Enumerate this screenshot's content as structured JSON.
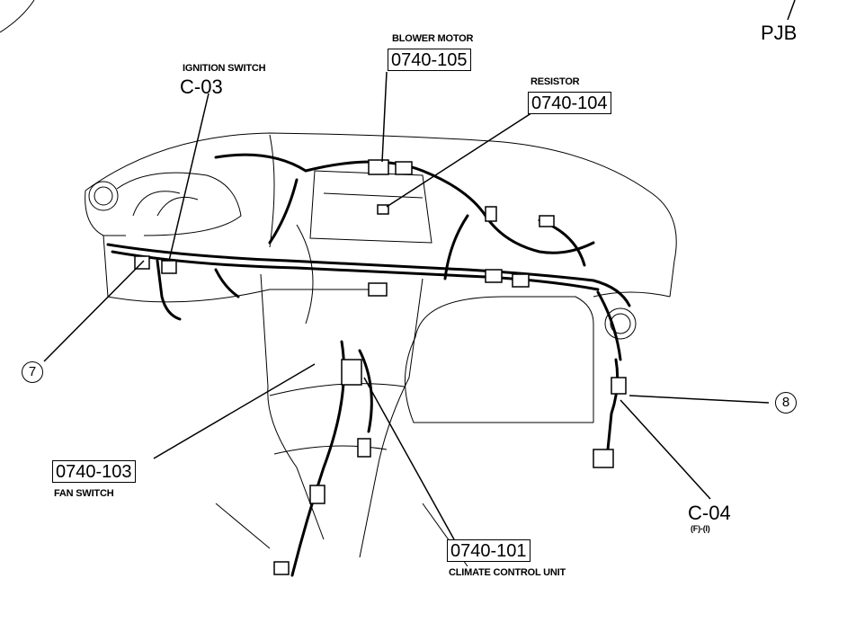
{
  "labels": {
    "pjb": "PJB",
    "blower_motor_title": "BLOWER MOTOR",
    "blower_motor_code": "0740-105",
    "resistor_title": "RESISTOR",
    "resistor_code": "0740-104",
    "ignition_switch_title": "IGNITION SWITCH",
    "ignition_switch_code": "C-03",
    "callout_7": "7",
    "callout_8": "8",
    "fan_switch_code": "0740-103",
    "fan_switch_title": "FAN SWITCH",
    "c04_code": "C-04",
    "c04_sub": "(F)-(I)",
    "climate_control_code": "0740-101",
    "climate_control_title": "CLIMATE CONTROL UNIT"
  },
  "colors": {
    "line": "#000000",
    "background": "#ffffff"
  }
}
